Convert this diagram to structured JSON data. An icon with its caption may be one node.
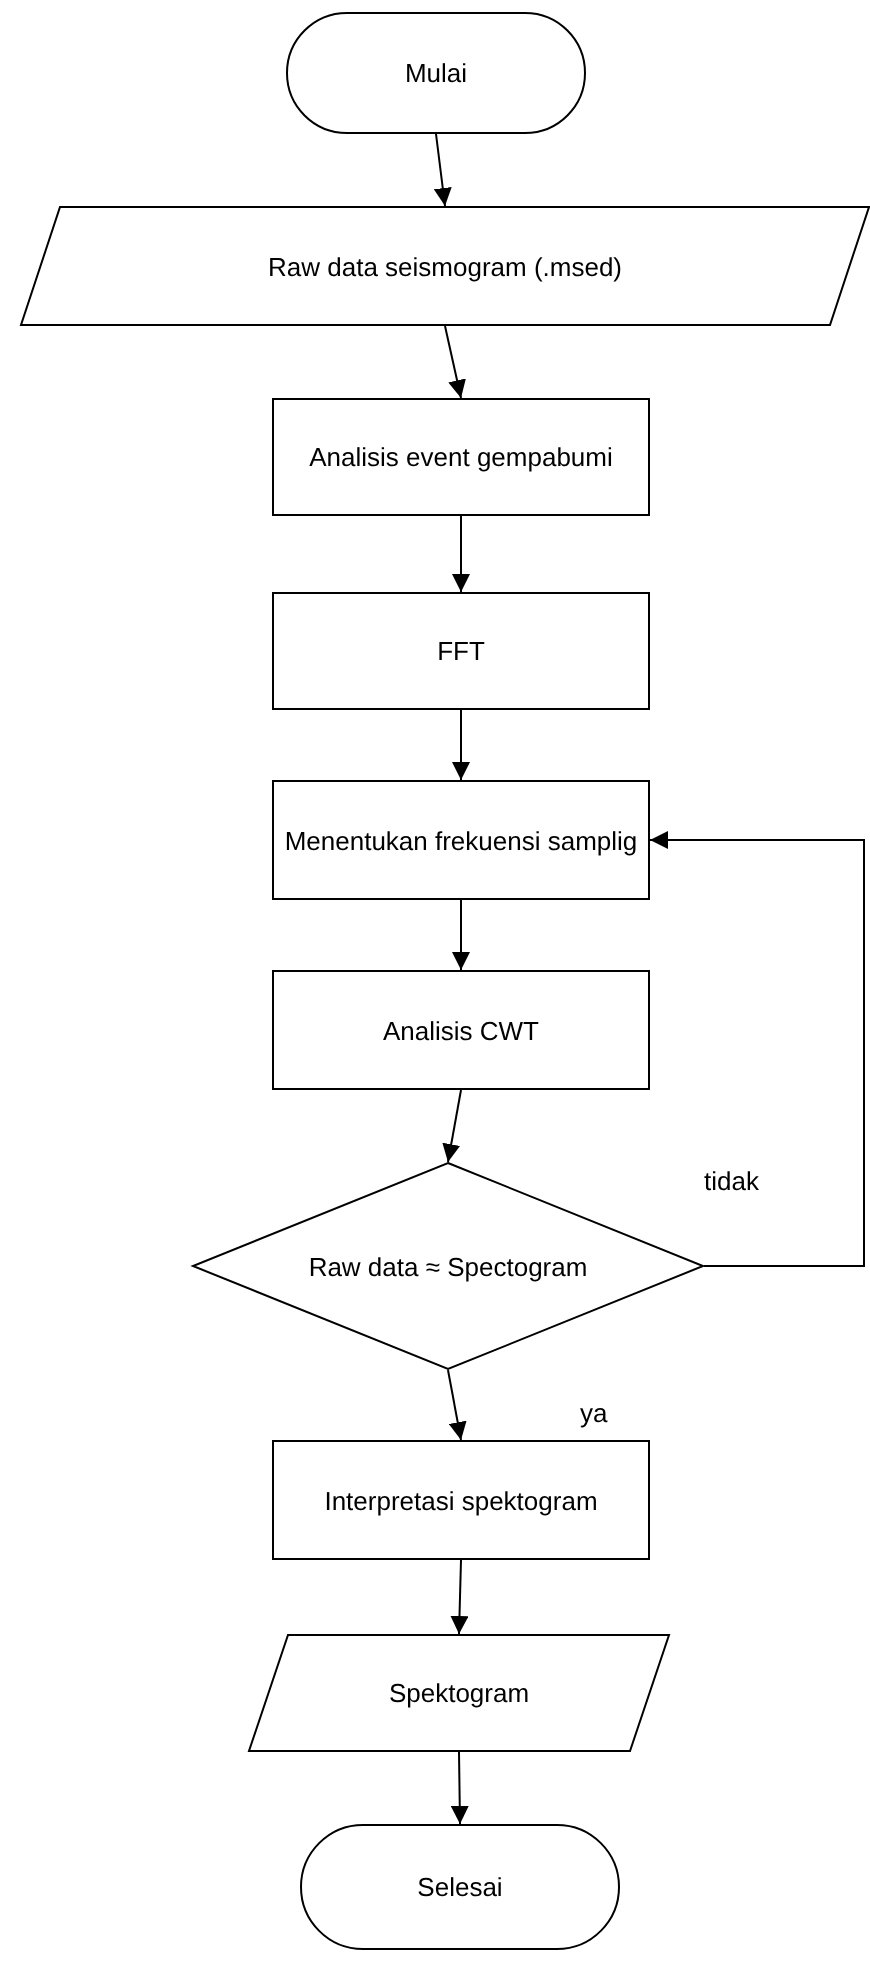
{
  "diagram": {
    "nodes": [
      {
        "text": [
          "Mulai"
        ]
      },
      {
        "text": [
          "Raw data seismogram  (.msed)"
        ]
      },
      {
        "text": [
          "Analisis event gempabumi"
        ]
      },
      {
        "text": [
          "FFT"
        ]
      },
      {
        "text": [
          "Menentukan frekuensi samplig"
        ]
      },
      {
        "text": [
          "Analisis CWT"
        ]
      },
      {
        "text": [
          "Raw data ≈ Spectogram"
        ]
      },
      {
        "text": [
          "Interpretasi spektogram"
        ]
      },
      {
        "text": [
          "Spektogram"
        ]
      },
      {
        "text": [
          "Selesai"
        ]
      }
    ],
    "edges": [
      {
        "from": 0,
        "to": 1,
        "arrow": "to"
      },
      {
        "from": 1,
        "to": 2,
        "arrow": "to"
      },
      {
        "from": 2,
        "to": 3,
        "arrow": "to"
      },
      {
        "from": 3,
        "to": 4,
        "arrow": "to"
      },
      {
        "from": 4,
        "to": 5,
        "arrow": "to"
      },
      {
        "from": 5,
        "to": 6,
        "arrow": "to"
      },
      {
        "from": 6,
        "to": 4,
        "arrow": "to",
        "label": "tidak"
      },
      {
        "from": 6,
        "to": 7,
        "arrow": "to",
        "label": "ya"
      },
      {
        "from": 7,
        "to": 8,
        "arrow": "to"
      },
      {
        "from": 8,
        "to": 9,
        "arrow": "to"
      }
    ]
  }
}
